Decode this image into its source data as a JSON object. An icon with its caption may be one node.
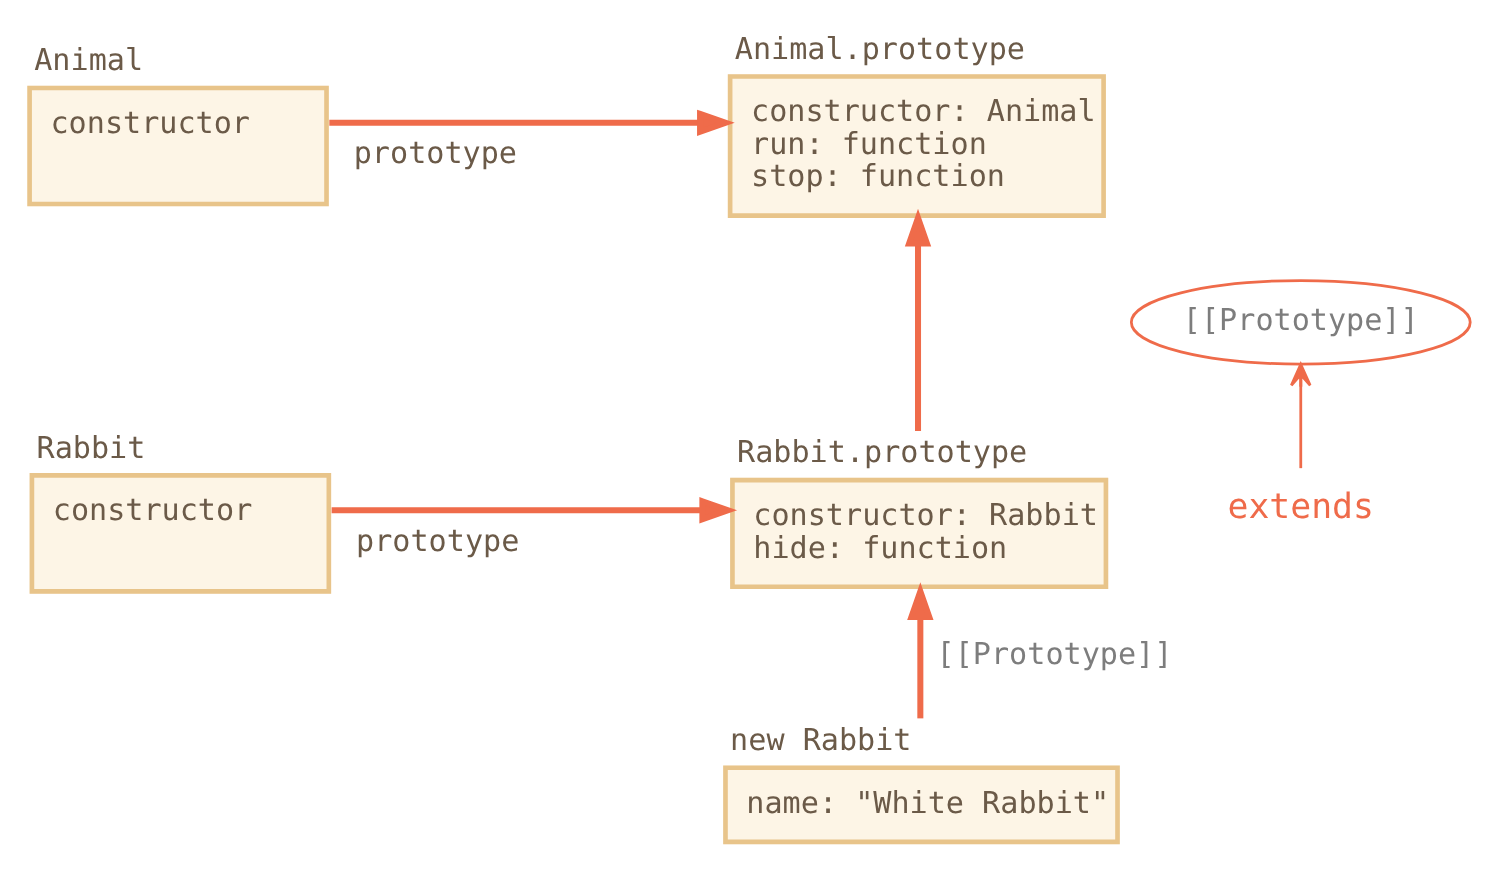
{
  "diagram": {
    "nodes": [
      {
        "text": [
          "Animal",
          "constructor"
        ]
      },
      {
        "text": [
          "Animal.prototype",
          "constructor: Animal",
          "run: function",
          "stop: function"
        ]
      },
      {
        "text": [
          "extends"
        ]
      },
      {
        "text": [
          "[[Prototype]]"
        ]
      },
      {
        "text": [
          "Rabbit",
          "constructor"
        ]
      },
      {
        "text": [
          "Rabbit.prototype",
          "constructor: Rabbit",
          "hide: function"
        ]
      },
      {
        "text": [
          "new Rabbit",
          "name: \"White Rabbit\""
        ]
      }
    ],
    "edges": [
      {
        "from": 0,
        "to": 1,
        "arrow": "to",
        "label": "prototype"
      },
      {
        "from": 2,
        "to": 3,
        "arrow": "to"
      },
      {
        "from": 5,
        "to": 1,
        "arrow": "to"
      },
      {
        "from": 4,
        "to": 5,
        "arrow": "to",
        "label": "prototype"
      },
      {
        "from": 6,
        "to": 5,
        "arrow": "to",
        "label": "[[Prototype]]"
      }
    ]
  }
}
